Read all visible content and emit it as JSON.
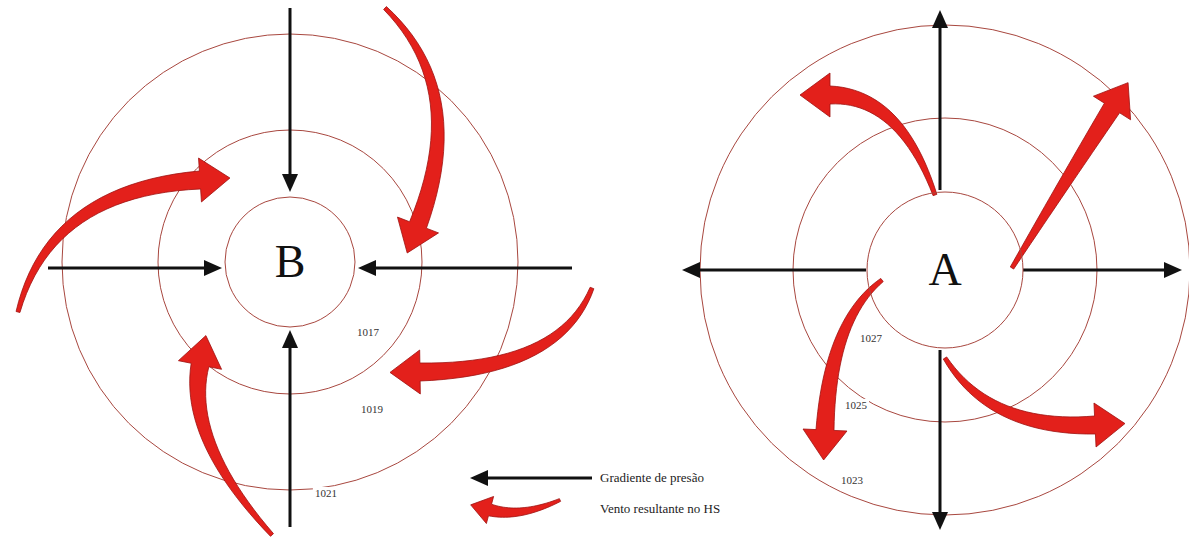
{
  "diagram": {
    "nodes": [
      {
        "text": [
          "B"
        ]
      },
      {
        "text": [
          "A"
        ]
      }
    ],
    "labels": [
      "1017",
      "1019",
      "1021",
      "1027",
      "1025",
      "1023"
    ],
    "legend": [
      {
        "text": "Gradiente de presão"
      },
      {
        "text": "Vento resultante no HS"
      }
    ]
  }
}
